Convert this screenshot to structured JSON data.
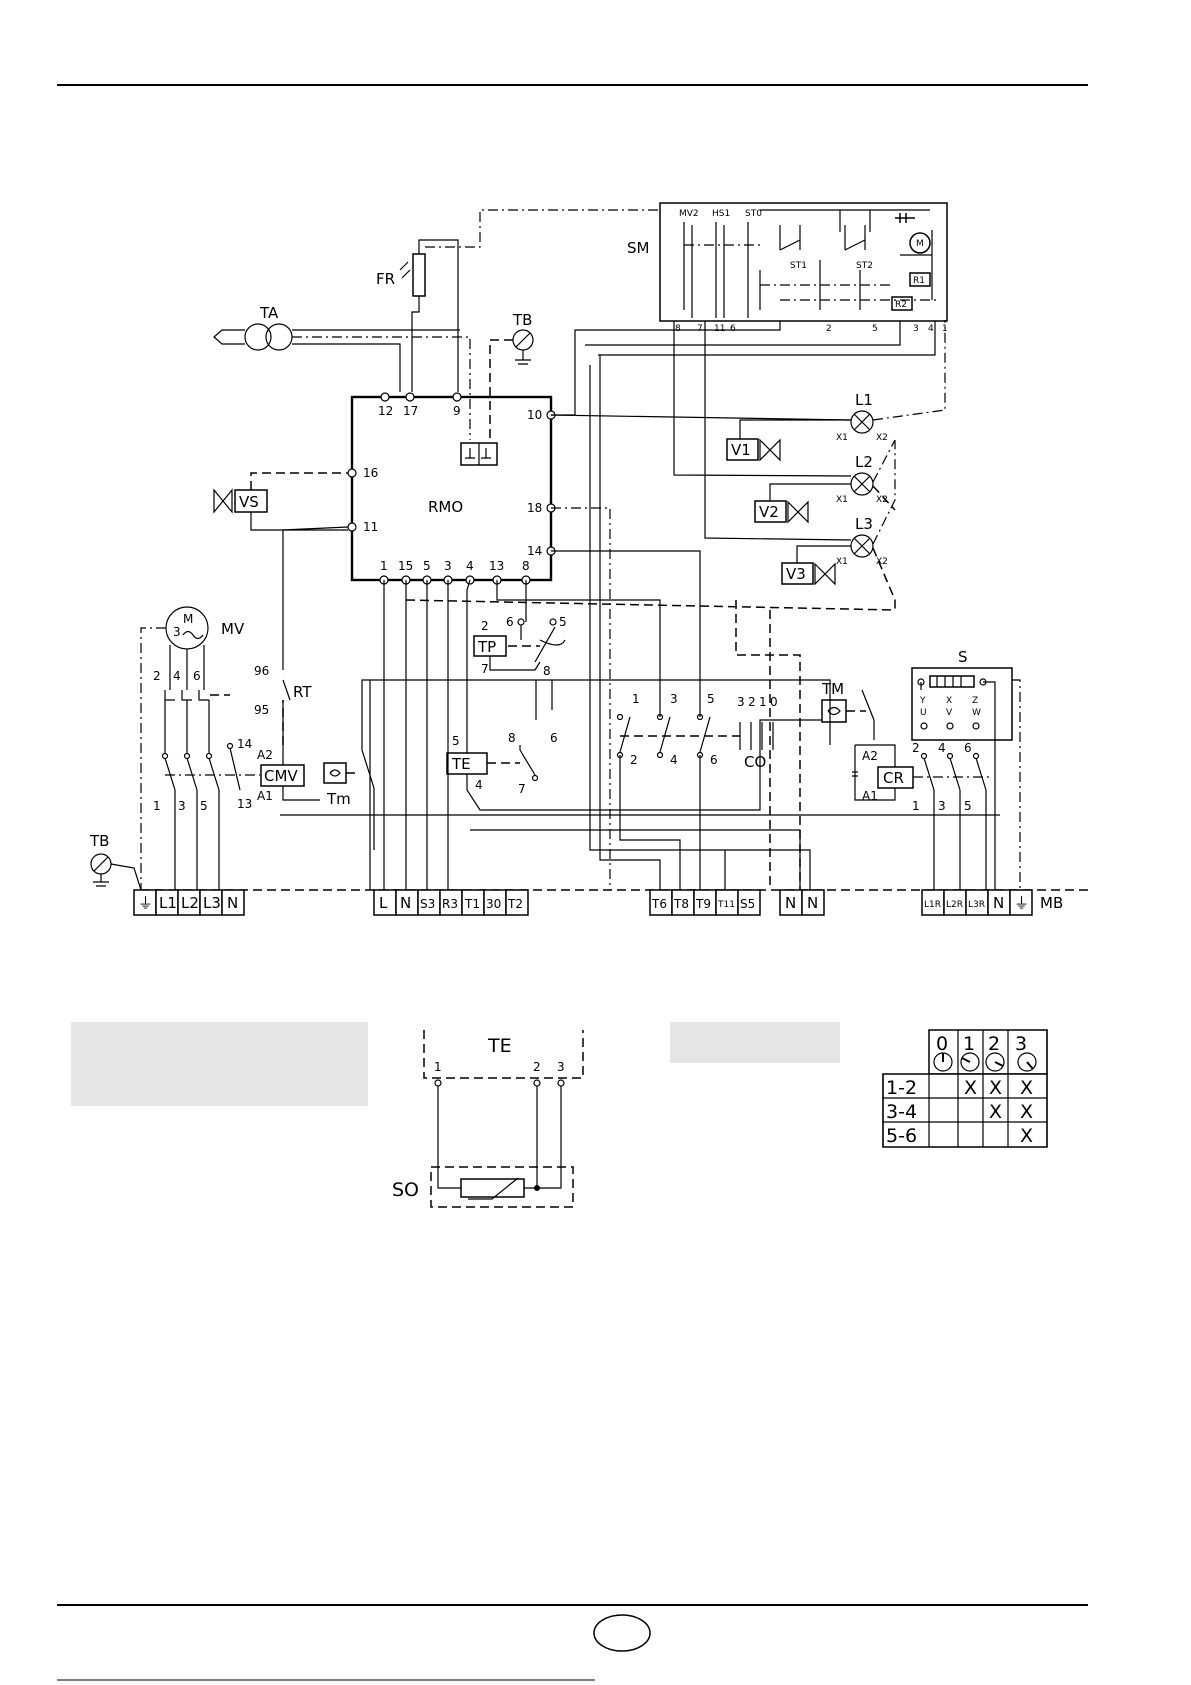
{
  "modules": {
    "SM": "SM",
    "FR": "FR",
    "TA": "TA",
    "TB": "TB",
    "RMO": "RMO",
    "VS": "VS",
    "MV": "MV",
    "M": "M",
    "M3": "3",
    "RT": "RT",
    "CMV": "CMV",
    "Tm": "Tm",
    "TP": "TP",
    "TE": "TE",
    "CO": "CO",
    "TM": "TM",
    "CR": "CR",
    "S": "S",
    "MB": "MB",
    "SO": "SO"
  },
  "sm_labels": [
    "MV2",
    "HS1",
    "ST0",
    "ST1",
    "ST2",
    "R1",
    "R2",
    "M"
  ],
  "sm_terminals": [
    "8",
    "7",
    "11",
    "6",
    "2",
    "5",
    "3",
    "4",
    "1"
  ],
  "rmo_top": [
    "12",
    "17",
    "9"
  ],
  "rmo_right": [
    "10",
    "18",
    "14"
  ],
  "rmo_left": [
    "16",
    "11"
  ],
  "rmo_bottom": [
    "1",
    "15",
    "5",
    "3",
    "4",
    "13",
    "8"
  ],
  "lamps": [
    "L1",
    "L2",
    "L3"
  ],
  "lamp_pins": [
    "X1",
    "X2"
  ],
  "valves": [
    "V1",
    "V2",
    "V3"
  ],
  "tp_pins": [
    "2",
    "7",
    "6",
    "5",
    "8"
  ],
  "te_pins": [
    "5",
    "4",
    "8",
    "7",
    "6"
  ],
  "rt_pins": [
    "96",
    "95"
  ],
  "cmv_pins": [
    "A2",
    "A1",
    "14",
    "13"
  ],
  "cr_pins": [
    "A2",
    "A1"
  ],
  "mv_pins": [
    "2",
    "4",
    "6",
    "1",
    "3",
    "5"
  ],
  "co_pins": [
    "1",
    "3",
    "5",
    "2",
    "4",
    "6",
    "3",
    "2",
    "1",
    "0"
  ],
  "s_pins": [
    "Y",
    "X",
    "Z",
    "U",
    "V",
    "W",
    "2",
    "4",
    "6",
    "1",
    "3",
    "5"
  ],
  "mb_left": [
    "⏚",
    "L1",
    "L2",
    "L3",
    "N"
  ],
  "mb_mid": [
    "L",
    "N",
    "S3",
    "R3",
    "T1",
    "30",
    "T2"
  ],
  "mb_right": [
    "T6",
    "T8",
    "T9",
    "T11",
    "S5"
  ],
  "mb_nn": [
    "N",
    "N"
  ],
  "mb_far": [
    "L1R",
    "L2R",
    "L3R",
    "N",
    "⏚"
  ],
  "te_detail": {
    "title": "TE",
    "pins": [
      "1",
      "2",
      "3"
    ],
    "sensor": "SO"
  },
  "table": {
    "headers": [
      "0",
      "1",
      "2",
      "3"
    ],
    "rows": [
      {
        "label": "1-2",
        "cells": [
          "",
          "X",
          "X",
          "X"
        ]
      },
      {
        "label": "3-4",
        "cells": [
          "",
          "",
          "X",
          "X"
        ]
      },
      {
        "label": "5-6",
        "cells": [
          "",
          "",
          "",
          "X"
        ]
      }
    ]
  }
}
